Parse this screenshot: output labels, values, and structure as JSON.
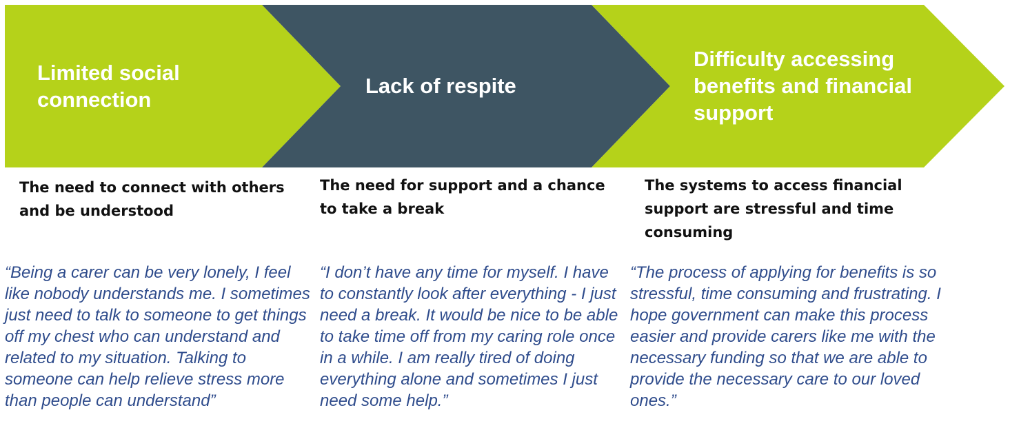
{
  "colors": {
    "green": "#b5d21a",
    "slate": "#3e5563",
    "need_text": "#111111",
    "quote_text": "#2f4c8c"
  },
  "stages": [
    {
      "title": "Limited social connection",
      "need": "The need to connect with others and be understood",
      "quote": "“Being a carer can be very lonely, I feel like nobody understands me. I sometimes just need to talk to someone to get things off my chest who can understand and related to my situation.  Talking to someone can help relieve stress more than people can understand”"
    },
    {
      "title": "Lack of respite",
      "need": "The need for support and a chance to take a break",
      "quote": "“I don’t have any time for myself. I have to constantly look after everything - I just need a break.  It would be nice to be able to take time off from my caring role once in a while. I am really tired of doing everything alone and sometimes I just need some help.”"
    },
    {
      "title": "Difficulty accessing benefits and financial support",
      "need": "The systems to access financial support are stressful and time consuming",
      "quote": "“The process of applying for benefits is so stressful, time consuming and frustrating. I hope government can make this process easier and provide carers like me with the necessary funding so that we are able to provide the necessary care to our loved ones.”"
    }
  ]
}
